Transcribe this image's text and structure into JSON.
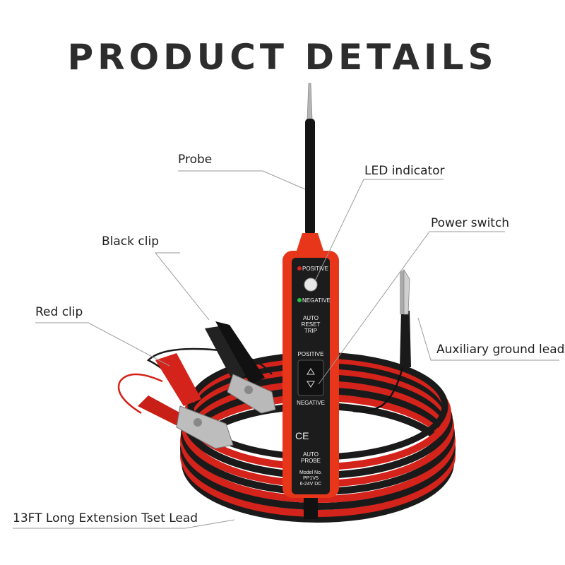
{
  "title": "PRODUCT DETAILS",
  "labels": {
    "probe": "Probe",
    "led_indicator": "LED indicator",
    "power_switch": "Power switch",
    "black_clip": "Black clip",
    "red_clip": "Red clip",
    "aux_ground_lead": "Auxiliary ground lead",
    "extension_lead": "13FT Long Extension Tset Lead"
  },
  "device": {
    "positive_top": "POSITIVE",
    "negative_top": "NEGATIVE",
    "auto_reset_trip_1": "AUTO",
    "auto_reset_trip_2": "RESET",
    "auto_reset_trip_3": "TRIP",
    "switch_positive": "POSITIVE",
    "switch_negative": "NEGATIVE",
    "ce_mark": "CE",
    "auto_probe_1": "AUTO",
    "auto_probe_2": "PROBE",
    "model_1": "Model No.",
    "model_2": "PP1V5",
    "model_3": "6-24V DC"
  },
  "colors": {
    "device_body": "#e8361a",
    "device_panel": "#1c1c1c",
    "red_wire": "#d4231a",
    "black_wire": "#1a1a1a",
    "led_positive": "#e02020",
    "led_negative": "#2ec040"
  }
}
